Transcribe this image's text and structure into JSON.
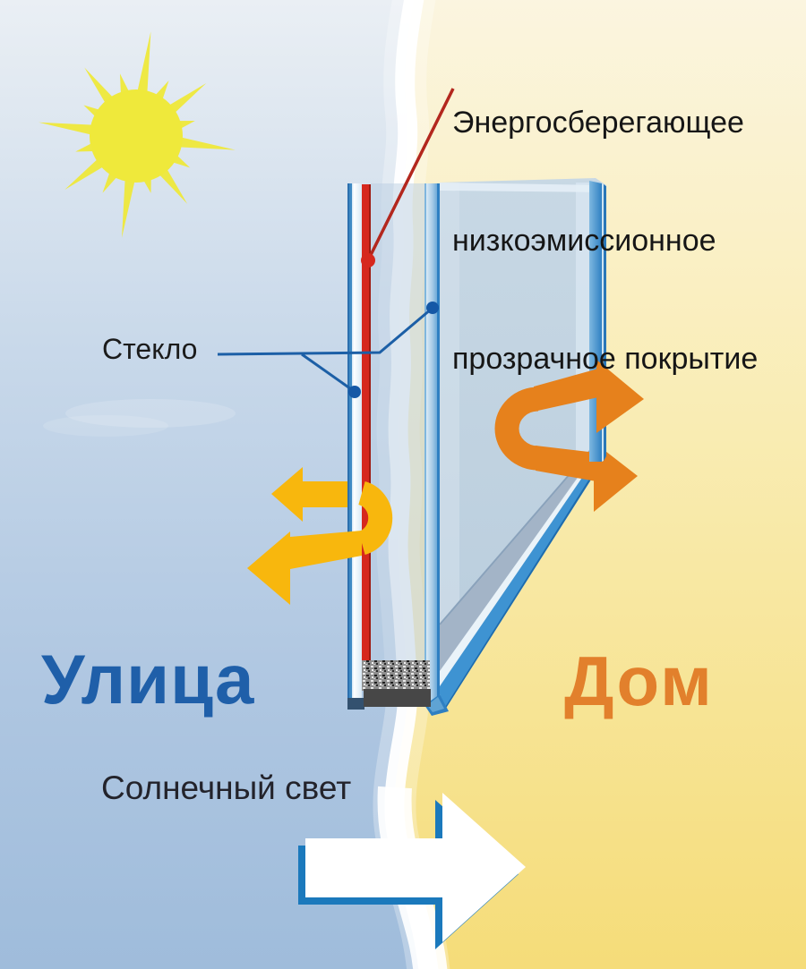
{
  "title": {
    "line1": "Энергосберегающее",
    "line2": "низкоэмиссионное",
    "line3": "прозрачное покрытие"
  },
  "labels": {
    "glass": "Стекло",
    "street": "Улица",
    "home": "Дом",
    "sunlight": "Солнечный свет"
  },
  "icons": {
    "sun": "sun-icon",
    "reflected_heat_arrow": "yellow-loop-arrow-icon",
    "retained_heat_arrow": "orange-loop-arrow-icon",
    "sunlight_arrow": "white-right-arrow-icon",
    "coating_marker": "red-dot-icon",
    "glass_markers": "blue-dot-icon"
  },
  "colors": {
    "sky_background_top": "#E9EEF4",
    "sky_background_bottom": "#A0BDDC",
    "home_background_top": "#FBF5E0",
    "home_background_bottom": "#F5DC78",
    "street_label": "#1F5FA9",
    "home_label": "#E2802C",
    "coating_red": "#D6281E",
    "glass_edge_blue": "#2E7FC2",
    "yellow_arrow": "#F8B70D",
    "orange_arrow": "#E6811C",
    "sun_yellow": "#EFE93B",
    "white_arrow_outline": "#1B79BC",
    "callout_blue": "#1C5FA6",
    "callout_red": "#B3271E"
  }
}
